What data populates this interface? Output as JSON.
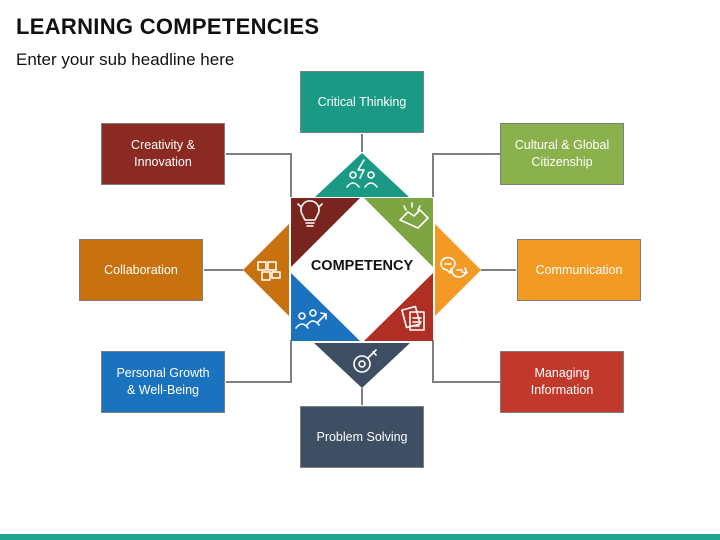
{
  "header": {
    "title": "LEARNING COMPETENCIES",
    "subtitle": "Enter your sub headline here"
  },
  "center": {
    "label": "COMPETENCY"
  },
  "nodes": {
    "critical_thinking": {
      "label": "Critical Thinking",
      "color": "#1a9a85",
      "icon": "lightning-people-icon"
    },
    "creativity": {
      "label": "Creativity &\nInnovation",
      "color": "#8b2a23",
      "icon": "lightbulb-icon"
    },
    "cultural": {
      "label": "Cultural & Global\nCitizenship",
      "color": "#8bb14c",
      "icon": "handshake-icon"
    },
    "collaboration": {
      "label": "Collaboration",
      "color": "#c8720f",
      "icon": "team-icon"
    },
    "communication": {
      "label": "Communication",
      "color": "#f29a24",
      "icon": "chat-bubbles-icon"
    },
    "personal_growth": {
      "label": "Personal Growth\n& Well-Being",
      "color": "#1b72bf",
      "icon": "growth-people-icon"
    },
    "managing_info": {
      "label": "Managing\nInformation",
      "color": "#c0392b",
      "icon": "documents-icon"
    },
    "problem_solving": {
      "label": "Problem Solving",
      "color": "#3e4e63",
      "icon": "key-gear-icon"
    }
  },
  "colors": {
    "connector": "#7f7f7f",
    "bottom_bar": "#1fa58e"
  }
}
